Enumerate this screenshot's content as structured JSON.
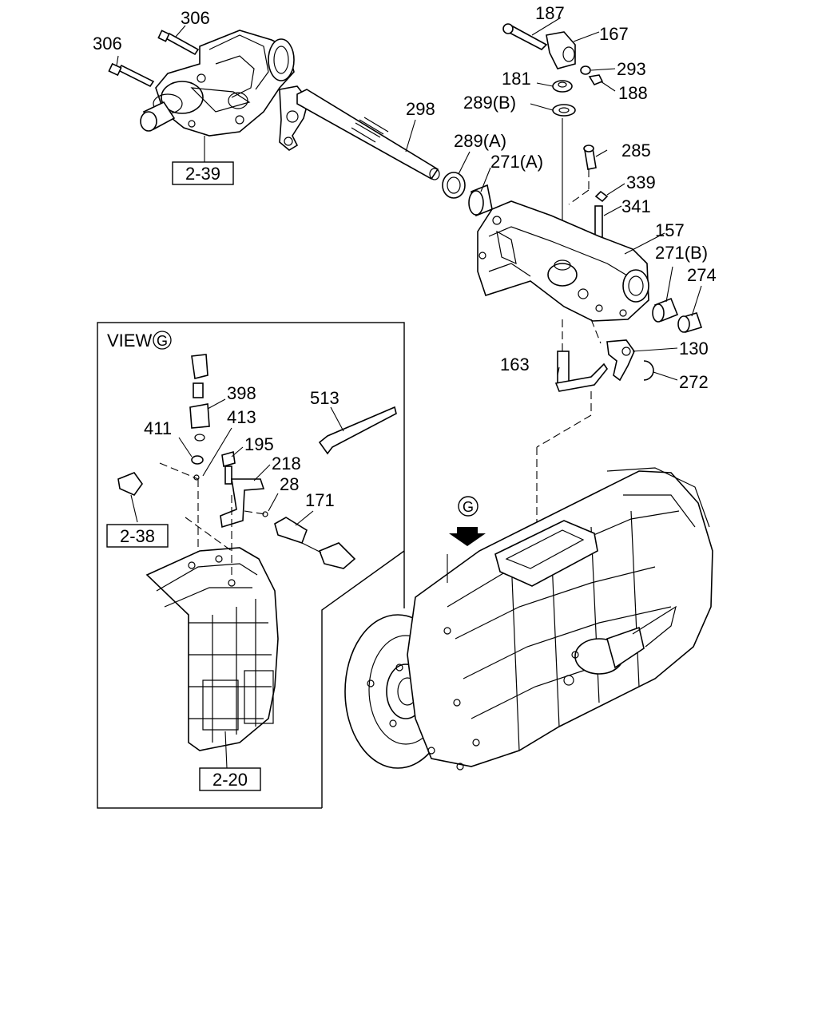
{
  "view_box": {
    "title": "VIEW",
    "marker": "G"
  },
  "view_marker_main": "G",
  "ref_boxes": {
    "r239": "2-39",
    "r238": "2-38",
    "r220": "2-20"
  },
  "labels": {
    "l306a": "306",
    "l306b": "306",
    "l187": "187",
    "l167": "167",
    "l293": "293",
    "l181": "181",
    "l188": "188",
    "l289b": "289(B)",
    "l298": "298",
    "l289a": "289(A)",
    "l285": "285",
    "l271a": "271(A)",
    "l339": "339",
    "l341": "341",
    "l157": "157",
    "l271b": "271(B)",
    "l274": "274",
    "l130": "130",
    "l163": "163",
    "l272": "272",
    "l398": "398",
    "l411": "411",
    "l413": "413",
    "l513": "513",
    "l195": "195",
    "l218": "218",
    "l28": "28",
    "l171": "171"
  }
}
